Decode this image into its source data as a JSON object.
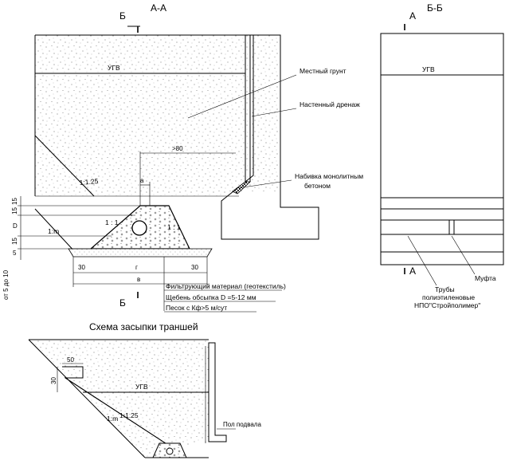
{
  "section_aa": {
    "title": "А-А",
    "cut_marks": [
      "Б",
      "Б"
    ],
    "labels": {
      "ugv": "УГВ",
      "slope_125": "1:1.25",
      "slope_m": "1:m",
      "slope_11_left": "1 : 1",
      "slope_11_right": "1 : 1",
      "gt80": ">80",
      "a": "а",
      "g": "г",
      "v": "в",
      "dim_30_left": "30",
      "dim_30_right": "30",
      "d15_1": "15",
      "d15_2": "15",
      "dD": "D",
      "d15_3": "15",
      "d5": "5",
      "from5to10": "от 5 до 10"
    },
    "callouts": {
      "local_soil": "Местный грунт",
      "wall_drain": "Настенный дренаж",
      "monolith_1": "Набивка монолитным",
      "monolith_2": "бетоном",
      "filter": "Фильтрующий материал (геотекстиль)",
      "gravel": "Щебень обсыпка D  =5-12 мм",
      "sand": "Песок с Кф>5 м/сут"
    }
  },
  "section_bb": {
    "title": "Б-Б",
    "cut_marks": [
      "А",
      "А"
    ],
    "labels": {
      "ugv": "УГВ",
      "coupling": "Муфта",
      "pipes_1": "Трубы",
      "pipes_2": "полиэтиленовые",
      "pipes_3": "НПО\"Стройполимер\""
    }
  },
  "scheme": {
    "title": "Схема засыпки траншей",
    "labels": {
      "d50": "50",
      "d30": "30",
      "ugv": "УГВ",
      "slope_125": "1:1.25",
      "slope_m": "1:m",
      "basement_floor": "Пол подвала"
    }
  }
}
